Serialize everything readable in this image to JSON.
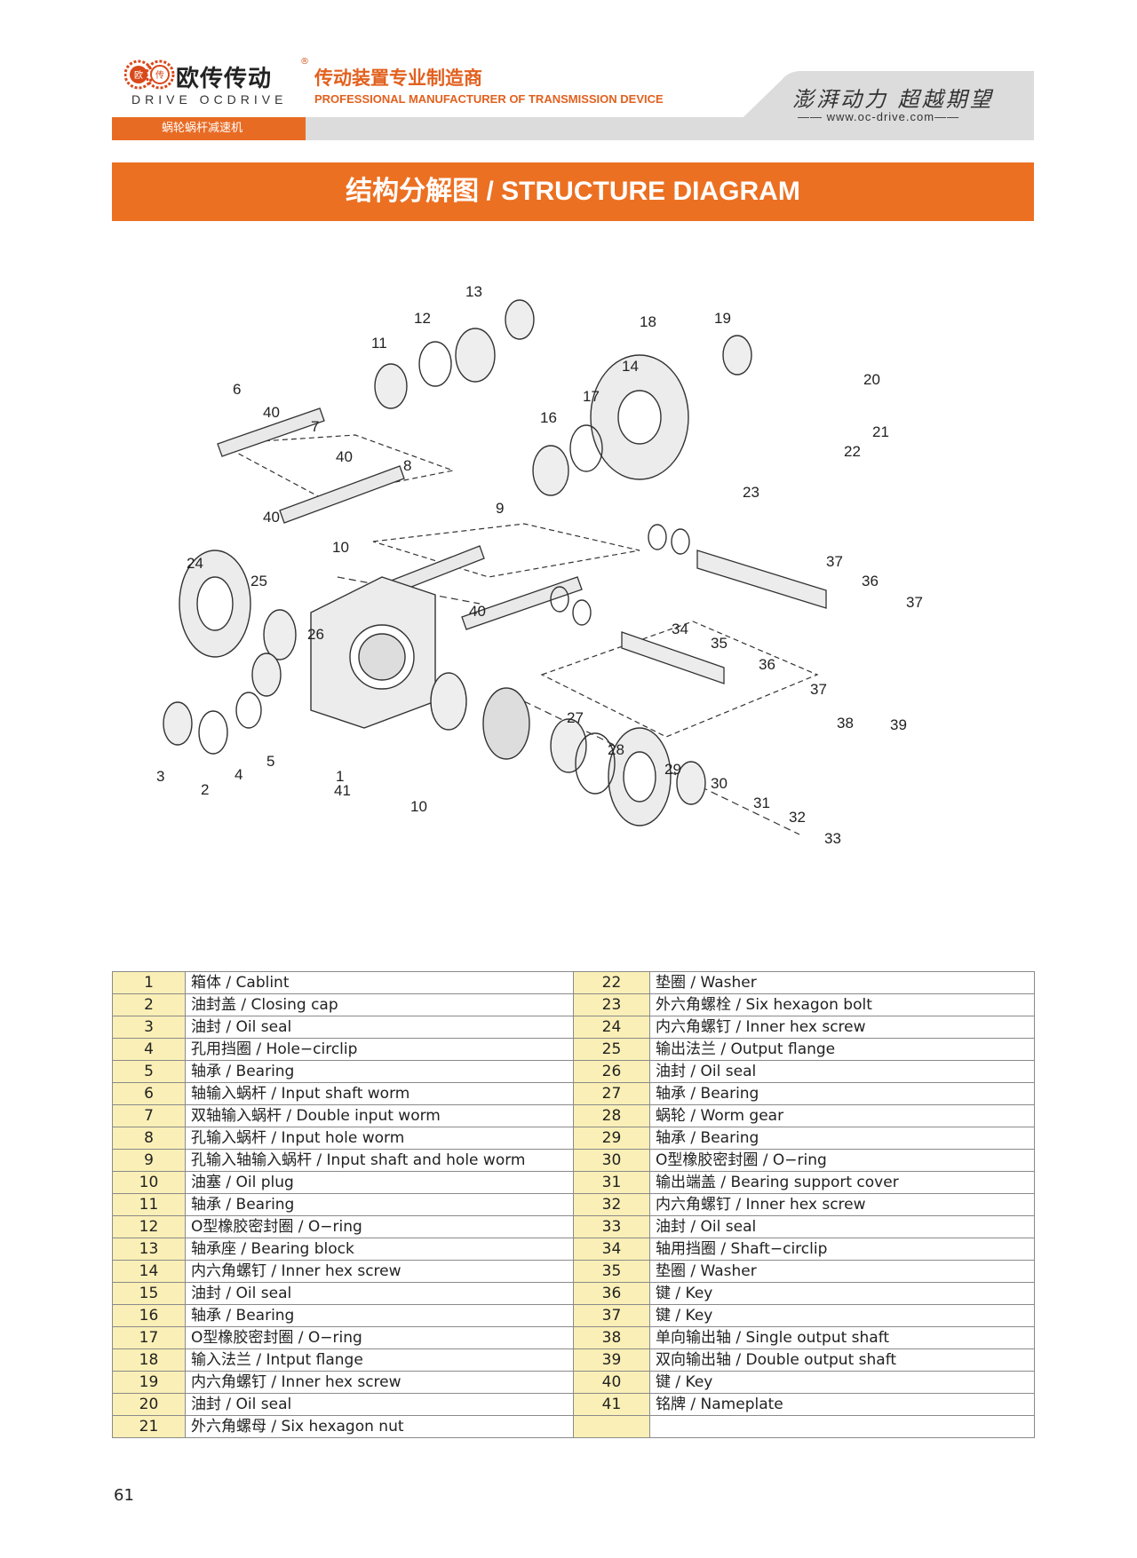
{
  "header": {
    "brand_cn": "欧传传动",
    "brand_en": "DRIVE OCDRIVE",
    "logo_mark_cn_1": "欧",
    "logo_mark_cn_2": "传",
    "tagline_cn": "传动装置专业制造商",
    "tagline_en": "PROFESSIONAL MANUFACTURER OF TRANSMISSION DEVICE",
    "slogan": "澎湃动力 超越期望",
    "website": "—— www.oc-drive.com——",
    "category": "蜗轮蜗杆减速机"
  },
  "banner": {
    "title": "结构分解图 / STRUCTURE DIAGRAM"
  },
  "diagram_labels": [
    "1",
    "2",
    "3",
    "4",
    "5",
    "6",
    "7",
    "8",
    "9",
    "10",
    "10",
    "11",
    "12",
    "13",
    "14",
    "15",
    "16",
    "17",
    "18",
    "19",
    "20",
    "21",
    "22",
    "23",
    "24",
    "25",
    "26",
    "27",
    "28",
    "29",
    "30",
    "31",
    "32",
    "33",
    "34",
    "35",
    "36",
    "36",
    "37",
    "37",
    "37",
    "38",
    "39",
    "40",
    "40",
    "40",
    "40",
    "41"
  ],
  "parts_left": [
    {
      "num": "1",
      "desc": "箱体 / Cablint"
    },
    {
      "num": "2",
      "desc": "油封盖 / Closing cap"
    },
    {
      "num": "3",
      "desc": "油封 / Oil seal"
    },
    {
      "num": "4",
      "desc": "孔用挡圈 / Hole−circlip"
    },
    {
      "num": "5",
      "desc": "轴承 / Bearing"
    },
    {
      "num": "6",
      "desc": "轴输入蜗杆 / Input shaft worm"
    },
    {
      "num": "7",
      "desc": "双轴输入蜗杆 / Double input worm"
    },
    {
      "num": "8",
      "desc": "孔输入蜗杆 / Input hole worm"
    },
    {
      "num": "9",
      "desc": "孔输入轴输入蜗杆 / Input shaft and hole worm"
    },
    {
      "num": "10",
      "desc": "油塞 / Oil plug"
    },
    {
      "num": "11",
      "desc": "轴承 / Bearing"
    },
    {
      "num": "12",
      "desc": "O型橡胶密封圈 / O−ring"
    },
    {
      "num": "13",
      "desc": "轴承座 / Bearing block"
    },
    {
      "num": "14",
      "desc": "内六角螺钉 / Inner hex screw"
    },
    {
      "num": "15",
      "desc": "油封 / Oil seal"
    },
    {
      "num": "16",
      "desc": "轴承 / Bearing"
    },
    {
      "num": "17",
      "desc": "O型橡胶密封圈 / O−ring"
    },
    {
      "num": "18",
      "desc": "输入法兰 / Intput flange"
    },
    {
      "num": "19",
      "desc": "内六角螺钉 / Inner hex screw"
    },
    {
      "num": "20",
      "desc": "油封 / Oil seal"
    },
    {
      "num": "21",
      "desc": "外六角螺母 / Six hexagon nut"
    }
  ],
  "parts_right": [
    {
      "num": "22",
      "desc": "垫圈 / Washer"
    },
    {
      "num": "23",
      "desc": "外六角螺栓 / Six hexagon bolt"
    },
    {
      "num": "24",
      "desc": "内六角螺钉 / Inner hex screw"
    },
    {
      "num": "25",
      "desc": "输出法兰 / Output flange"
    },
    {
      "num": "26",
      "desc": "油封 / Oil seal"
    },
    {
      "num": "27",
      "desc": "轴承 / Bearing"
    },
    {
      "num": "28",
      "desc": "蜗轮 / Worm gear"
    },
    {
      "num": "29",
      "desc": "轴承 / Bearing"
    },
    {
      "num": "30",
      "desc": "O型橡胶密封圈 / O−ring"
    },
    {
      "num": "31",
      "desc": "输出端盖 / Bearing support cover"
    },
    {
      "num": "32",
      "desc": "内六角螺钉 / Inner hex screw"
    },
    {
      "num": "33",
      "desc": "油封 / Oil seal"
    },
    {
      "num": "34",
      "desc": "轴用挡圈 / Shaft−circlip"
    },
    {
      "num": "35",
      "desc": "垫圈 / Washer"
    },
    {
      "num": "36",
      "desc": "键 / Key"
    },
    {
      "num": "37",
      "desc": "键 / Key"
    },
    {
      "num": "38",
      "desc": "单向输出轴 / Single output shaft"
    },
    {
      "num": "39",
      "desc": "双向输出轴 / Double output shaft"
    },
    {
      "num": "40",
      "desc": "键 / Key"
    },
    {
      "num": "41",
      "desc": "铭牌 / Nameplate"
    },
    {
      "num": "",
      "desc": ""
    }
  ],
  "page_number": "61",
  "colors": {
    "accent": "#ec7022",
    "num_cell": "#faefb6",
    "header_gray": "#dcdcdc"
  }
}
